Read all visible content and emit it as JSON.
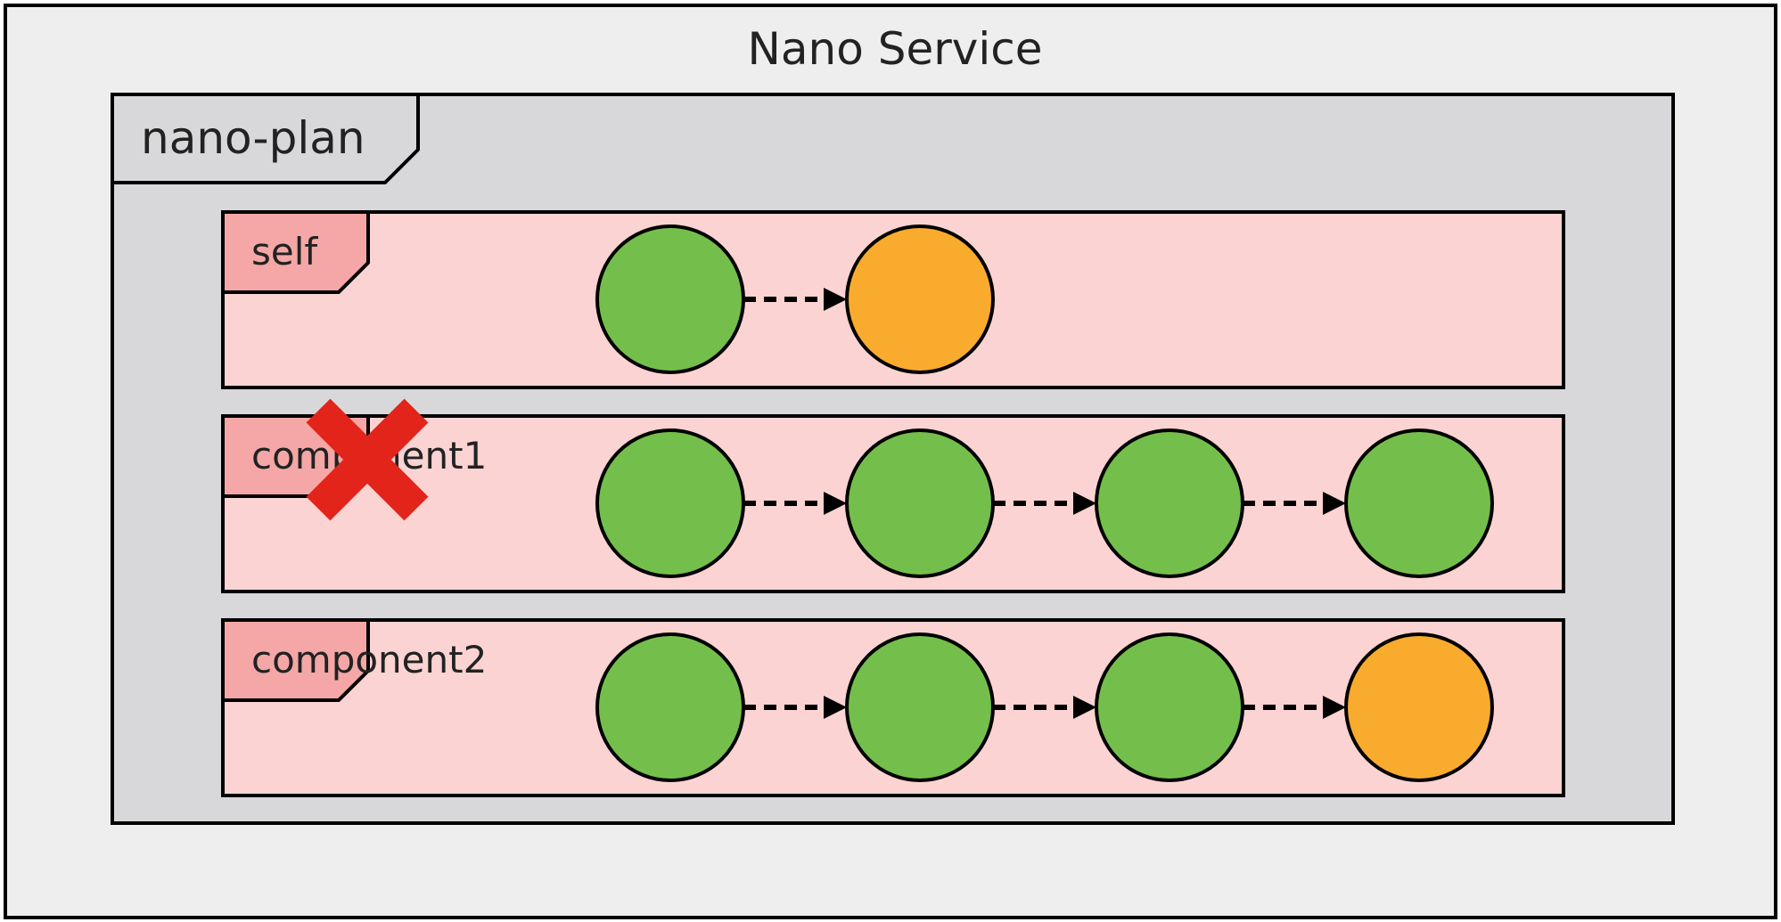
{
  "title": "Nano Service",
  "plan": {
    "label": "nano-plan",
    "components": [
      {
        "label": "self",
        "removed": false,
        "states": [
          "green",
          "orange"
        ]
      },
      {
        "label": "component1",
        "removed": true,
        "states": [
          "green",
          "green",
          "green",
          "green"
        ]
      },
      {
        "label": "component2",
        "removed": false,
        "states": [
          "green",
          "green",
          "green",
          "orange"
        ]
      }
    ]
  },
  "colors": {
    "outer_bg": "#eeeeee",
    "plan_bg": "#d8d8da",
    "component_bg": "#fbd3d2",
    "tab_bg": "#f4a7a6",
    "green": "#74bf4b",
    "orange": "#f9ab2e",
    "remove_mark": "#e3241b",
    "stroke": "#000000"
  },
  "icons": {
    "removed_marker": "red-x-icon"
  }
}
